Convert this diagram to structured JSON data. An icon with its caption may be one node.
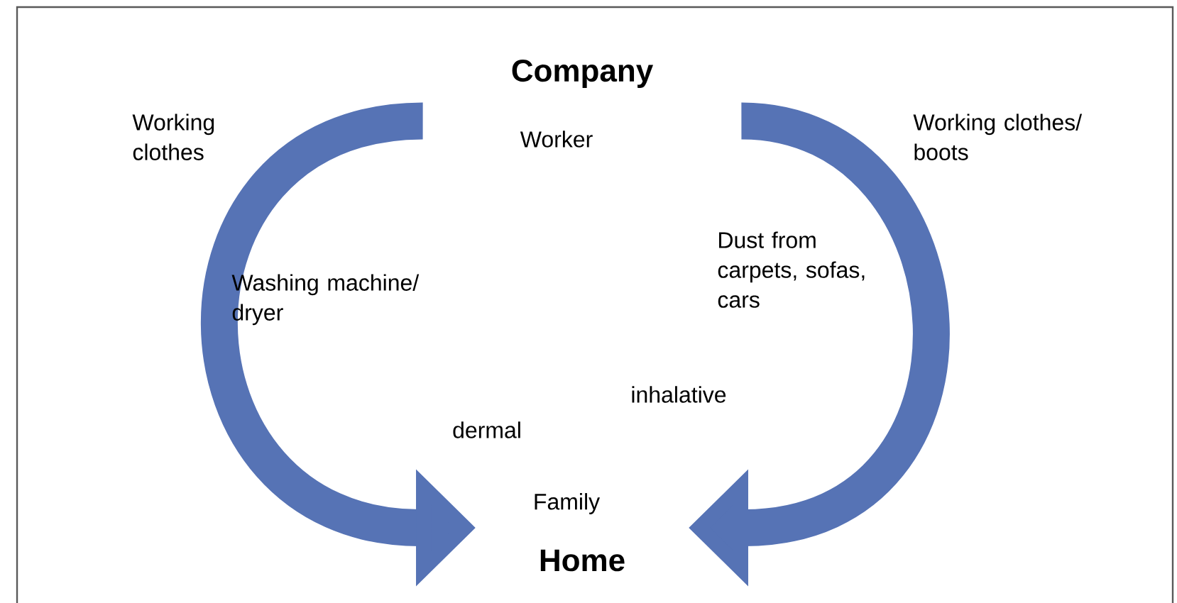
{
  "diagram": {
    "nodes": [
      {
        "text": [
          "Company"
        ]
      },
      {
        "text": [
          "Home"
        ]
      }
    ],
    "edges": [
      {
        "from": 0,
        "to": 1,
        "arrow": "to",
        "label": "Working clothes"
      },
      {
        "from": 0,
        "to": 1,
        "arrow": "to",
        "label": "Working clothes/ boots"
      }
    ],
    "labels": [
      "Worker",
      "Dust from carpets, sofas, cars",
      "Washing machine/ dryer",
      "inhalative",
      "dermal",
      "Family"
    ]
  }
}
